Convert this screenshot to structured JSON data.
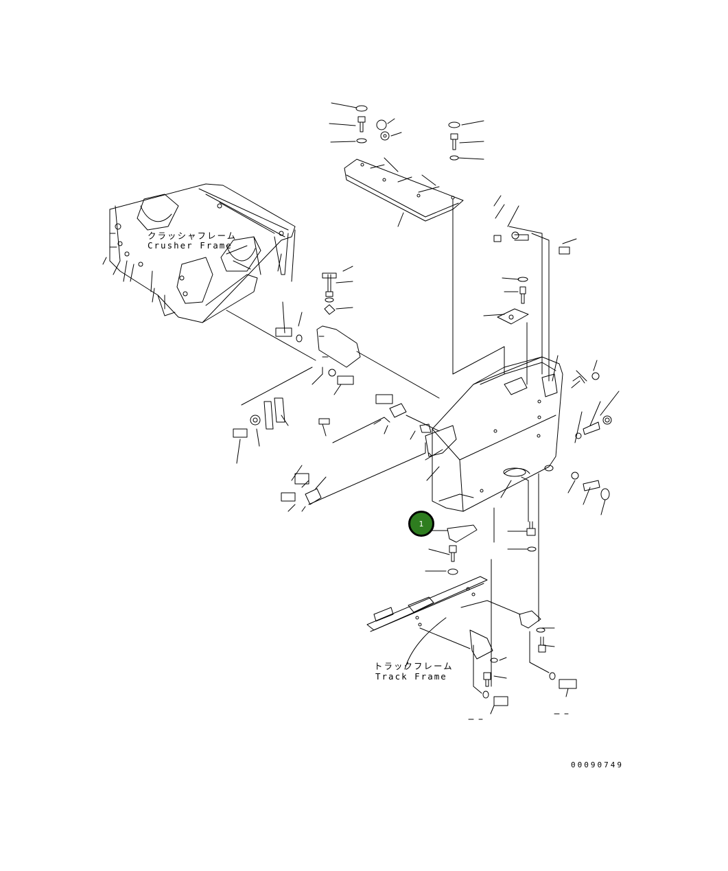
{
  "labels": {
    "crusher_frame_jp": "クラッシャフレーム",
    "crusher_frame_en": "Crusher Frame",
    "track_frame_jp": "トラックフレーム",
    "track_frame_en": "Track Frame",
    "drawing_number": "00090749"
  },
  "callouts": [
    {
      "id": "1",
      "label": "1",
      "color": "#2e7d1f"
    }
  ]
}
